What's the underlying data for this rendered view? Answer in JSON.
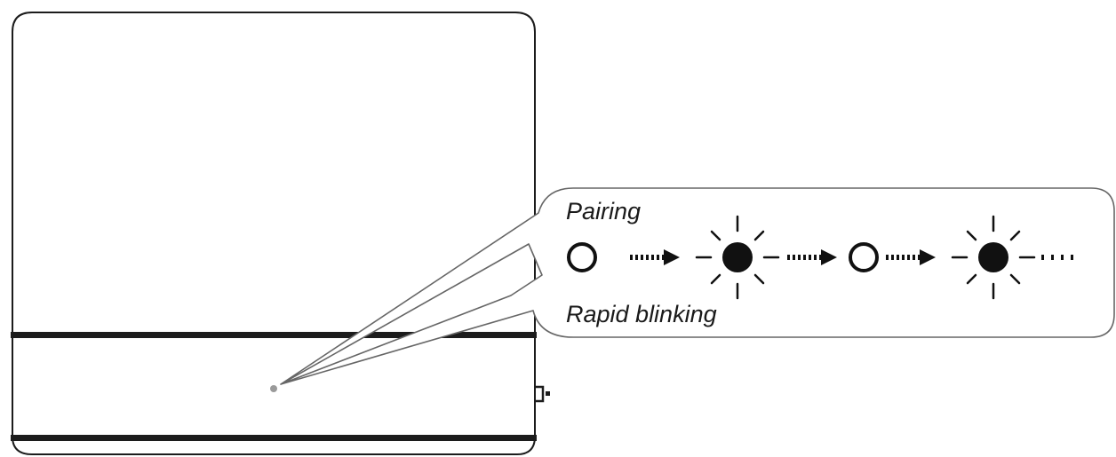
{
  "callout": {
    "state_label": "Pairing",
    "blink_label": "Rapid blinking"
  },
  "led_sequence": [
    "off",
    "on",
    "off",
    "on"
  ],
  "colors": {
    "outline": "#1c1c1c",
    "led_on": "#111111",
    "led_off": "#ffffff",
    "indicator_dot": "#9a9a9a",
    "background": "#ffffff"
  }
}
